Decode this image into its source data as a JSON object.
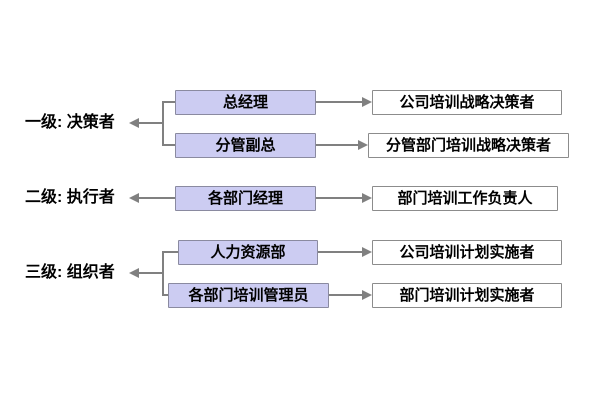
{
  "diagram": {
    "levels": [
      {
        "label": "一级: 决策者",
        "rows": [
          {
            "source": "总经理",
            "target": "公司培训战略决策者"
          },
          {
            "source": "分管副总",
            "target": "分管部门培训战略决策者"
          }
        ]
      },
      {
        "label": "二级: 执行者",
        "rows": [
          {
            "source": "各部门经理",
            "target": "部门培训工作负责人"
          }
        ]
      },
      {
        "label": "三级: 组织者",
        "rows": [
          {
            "source": "人力资源部",
            "target": "公司培训计划实施者"
          },
          {
            "source": "各部门培训管理员",
            "target": "部门培训计划实施者"
          }
        ]
      }
    ],
    "colors": {
      "source_box_fill": "#ccccf2",
      "source_box_border": "#8a8aa0",
      "target_box_fill": "#ffffff",
      "target_box_border": "#8c8c8c",
      "connector": "#808080",
      "text": "#000000",
      "background": "#ffffff"
    }
  }
}
